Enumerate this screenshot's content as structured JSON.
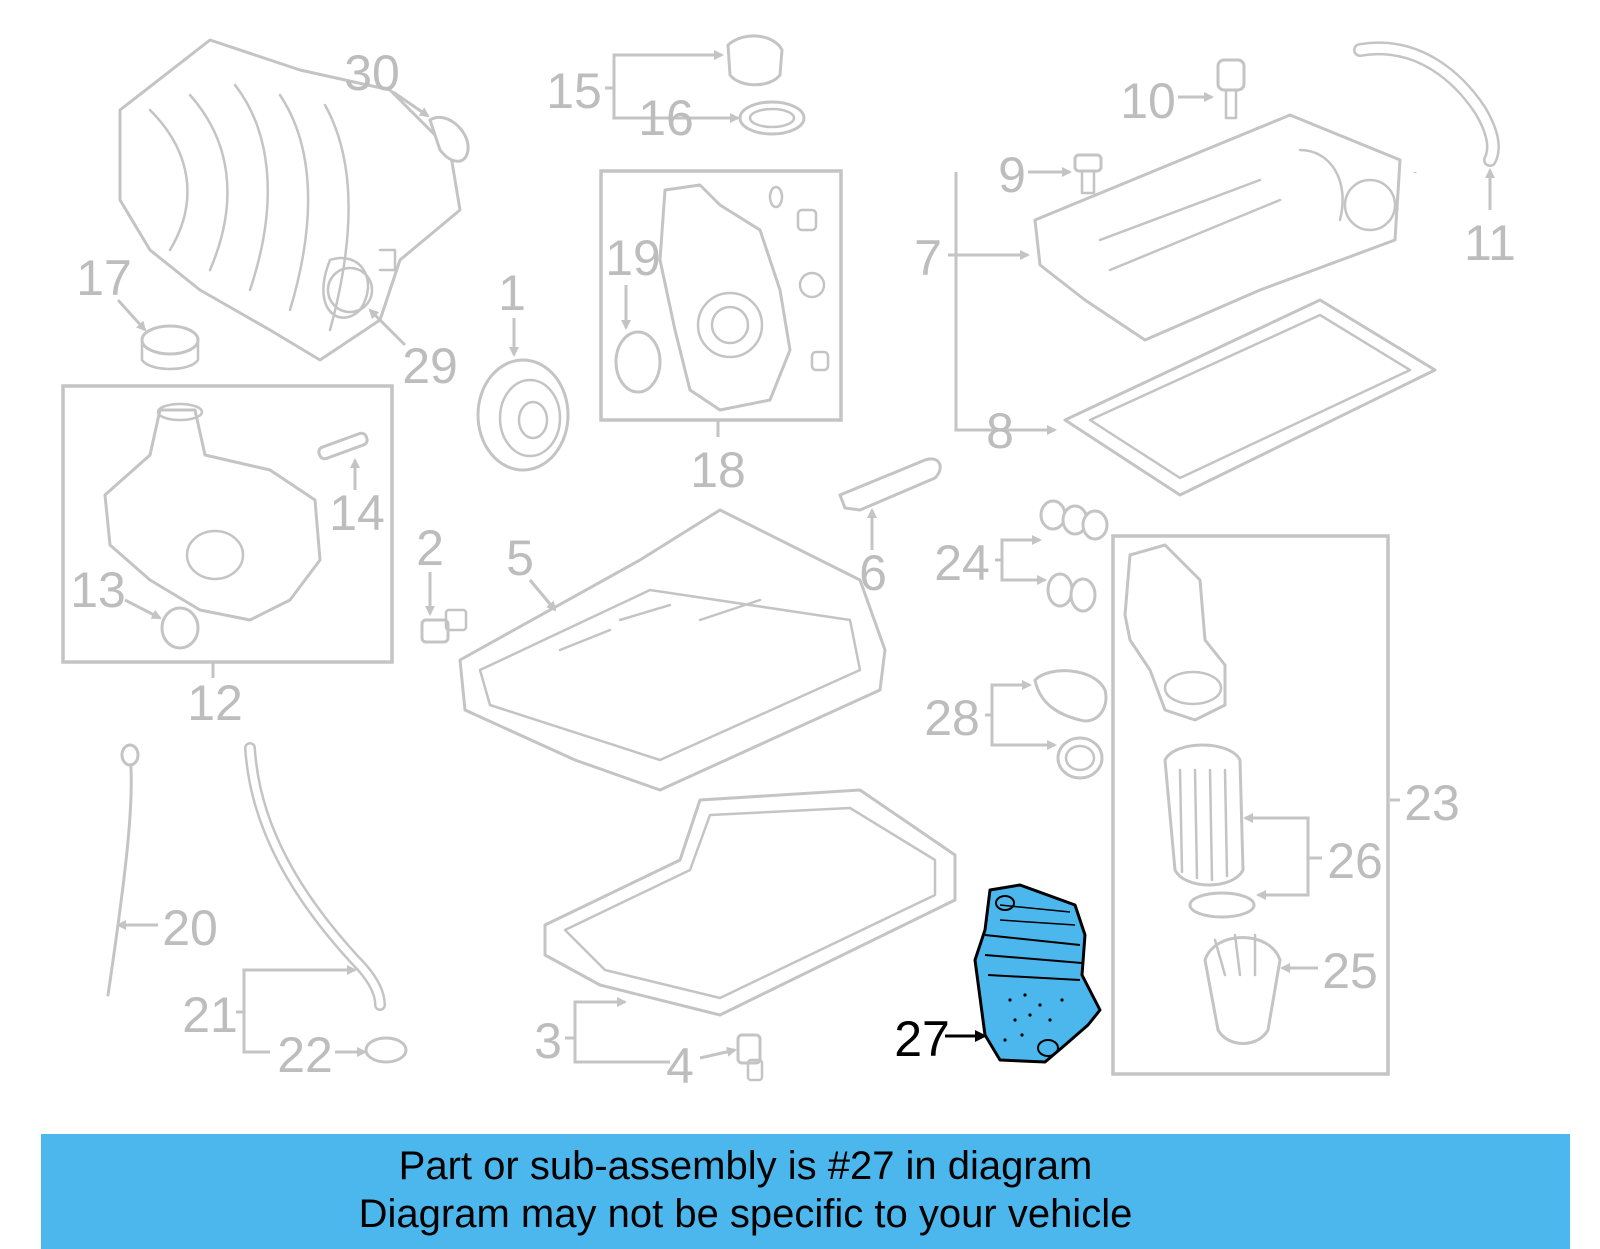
{
  "diagram": {
    "highlighted_part": "27",
    "highlight_color": "#4cb7ec",
    "callout_color": "#bdbdbd",
    "callouts": [
      "1",
      "2",
      "3",
      "4",
      "5",
      "6",
      "7",
      "8",
      "9",
      "10",
      "11",
      "12",
      "13",
      "14",
      "15",
      "16",
      "17",
      "18",
      "19",
      "20",
      "21",
      "22",
      "23",
      "24",
      "25",
      "26",
      "27",
      "28",
      "29",
      "30"
    ]
  },
  "banner": {
    "line1": "Part or sub-assembly is #27 in diagram",
    "line2": "Diagram may not be specific to your vehicle",
    "background": "#4cb7ec"
  }
}
